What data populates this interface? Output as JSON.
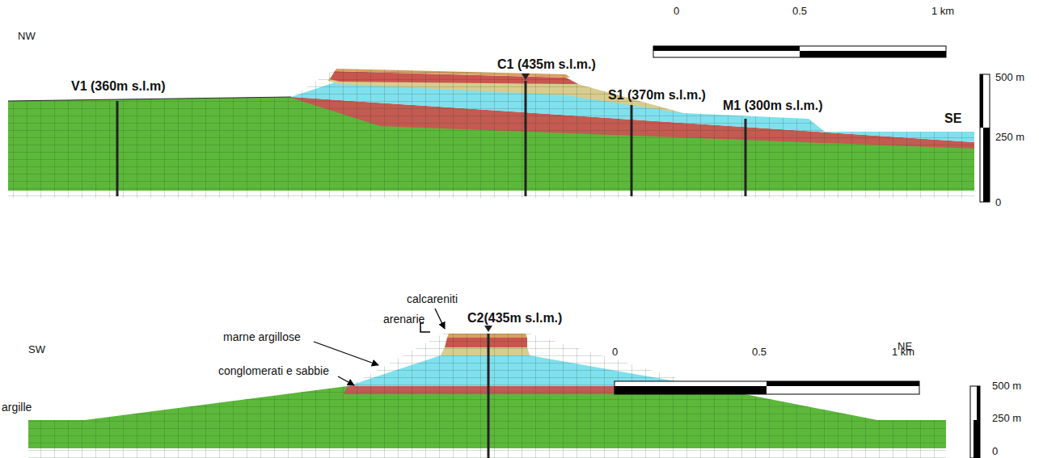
{
  "diagram": {
    "labels": [
      "NW",
      "V1 (360m s.l.m)",
      "C1 (435m s.l.m.)",
      "S1 (370m s.l.m.)",
      "SE",
      "M1 (300m s.l.m.)",
      "0",
      "0.5",
      "1 km",
      "500 m",
      "250 m",
      "0",
      "SW",
      "calcareniti",
      "arenarie",
      "C2(435m s.l.m.)",
      "marne argillose",
      "NE",
      "conglomerati e sabbie",
      "argille",
      "0",
      "0.5",
      "1 km",
      "500 m",
      "250 m",
      "0"
    ]
  }
}
